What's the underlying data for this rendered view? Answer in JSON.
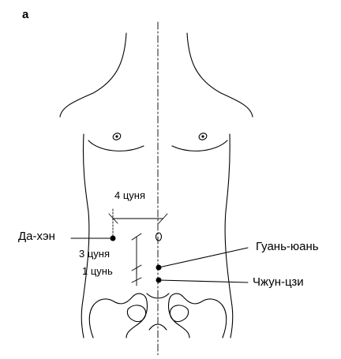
{
  "figure": {
    "panel_label": "а",
    "points": {
      "left": "Да-хэн",
      "upper_right": "Гуань-юань",
      "lower_right": "Чжун-цзи"
    },
    "measurements": {
      "horizontal": "4 цуня",
      "vertical_long": "3 цуня",
      "vertical_short": "1 цунь"
    }
  }
}
